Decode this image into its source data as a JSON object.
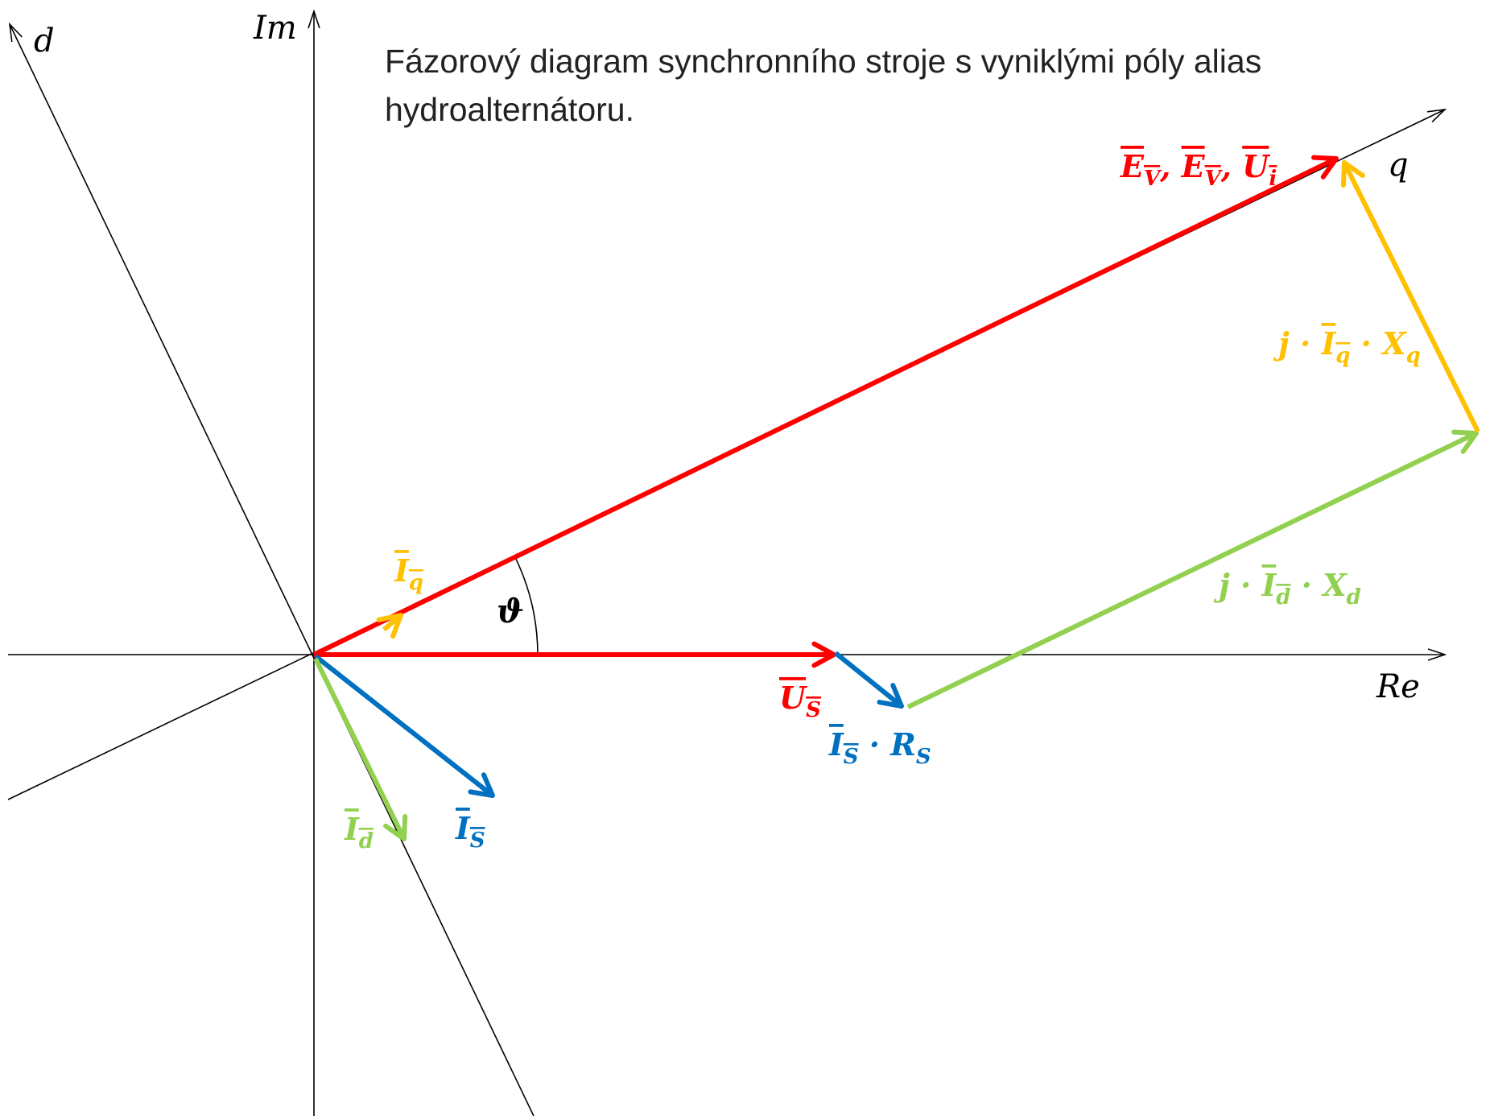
{
  "caption": "Fázorový diagram synchronního stroje s vyniklými póly alias hydroalternátoru.",
  "colors": {
    "red": "#ff0000",
    "blue": "#0070c0",
    "green": "#92d050",
    "yellow": "#ffc000",
    "axis": "#000000"
  },
  "axes": {
    "re": "Re",
    "im": "Im",
    "d": "d",
    "q": "q"
  },
  "angle": {
    "symbol": "ϑ"
  },
  "labels": {
    "ev_group": {
      "parts": [
        {
          "main": "E",
          "sub": "V",
          "sep": ","
        },
        {
          "main": "E",
          "sub": "V",
          "sep": ","
        },
        {
          "main": "U",
          "sub": "i",
          "sep": ""
        }
      ]
    },
    "us": {
      "main": "U",
      "sub": "S"
    },
    "is": {
      "main": "I",
      "sub": "S"
    },
    "is_rs": {
      "main": "I",
      "sub": "S",
      "op": " · ",
      "main2": "R",
      "sub2": "S"
    },
    "iq": {
      "main": "I",
      "sub": "q"
    },
    "id": {
      "main": "I",
      "sub": "d"
    },
    "jiq_xq": {
      "pre": "j · ",
      "main": "I",
      "sub": "q",
      "op": " · ",
      "main2": "X",
      "sub2": "q"
    },
    "jid_xd": {
      "pre": "j · ",
      "main": "I",
      "sub": "d",
      "op": " · ",
      "main2": "X",
      "sub2": "d"
    }
  }
}
